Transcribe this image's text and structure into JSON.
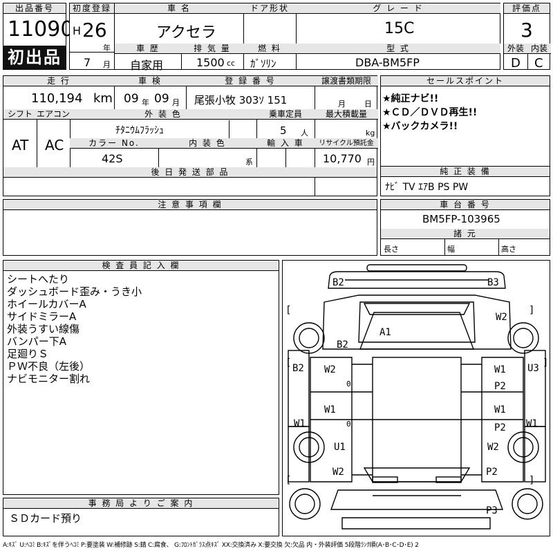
{
  "header": {
    "lot_label": "出品番号",
    "lot_no": "11090",
    "first_badge": "初出品",
    "first_reg_label": "初度登録",
    "era": "H",
    "year": "26",
    "year_unit": "年",
    "month": "7",
    "month_unit": "月",
    "car_name_label": "車 名",
    "car_name": "アクセラ",
    "door_label": "ドア形状",
    "door": "",
    "grade_label": "グ レ ー ド",
    "grade": "15C",
    "score_label": "評価点",
    "score": "3",
    "history_label": "車 歴",
    "history": "自家用",
    "displacement_label": "排 気 量",
    "displacement": "1500",
    "displacement_unit": "cc",
    "fuel_label": "燃 料",
    "fuel": "ｶﾞｿﾘﾝ",
    "model_label": "型 式",
    "model": "DBA-BM5FP",
    "exterior_label": "外装",
    "exterior": "D",
    "interior_label": "内装",
    "interior": "C"
  },
  "row2": {
    "mileage_label": "走 行",
    "mileage": "110,194",
    "mileage_unit": "km",
    "inspection_label": "車 検",
    "insp_year": "09",
    "insp_year_unit": "年",
    "insp_month": "09",
    "insp_month_unit": "月",
    "plate_label": "登 録 番 号",
    "plate": "尾張小牧 303ｿ 151",
    "transfer_label": "譲渡書類期限",
    "transfer_month_unit": "月",
    "transfer_day_unit": "日",
    "shift_label": "シフト",
    "shift": "AT",
    "ac_label": "エアコン",
    "ac": "AC",
    "color_label": "外 装 色",
    "color": "ﾁﾀﾆｳﾑﾌﾗｯｼｭ",
    "capacity_label": "乗車定員",
    "capacity": "5",
    "capacity_unit": "人",
    "load_label": "最大積載量",
    "load_unit": "kg",
    "color_no_label": "カラー No.",
    "color_no": "42S",
    "int_color_label": "内 装 色",
    "int_color_unit": "系",
    "import_label": "輸 入 車",
    "recycle_label": "リサイクル預託金",
    "recycle": "10,770",
    "recycle_unit": "円",
    "later_parts_label": "後 日 発 送 部 品"
  },
  "sales": {
    "label": "セールスポイント",
    "points": [
      "★純正ナビ!!",
      "★ＣＤ／ＤＶＤ再生!!",
      "★バックカメラ!!"
    ]
  },
  "equipment": {
    "label": "純 正 装 備",
    "value": "ﾅﾋﾞ TV ｴｱB PS PW"
  },
  "notes": {
    "label": "注 意 事 項 欄"
  },
  "chassis": {
    "label": "車 台 番 号",
    "value": "BM5FP-103965",
    "specs_label": "諸 元",
    "length_label": "長さ",
    "width_label": "幅",
    "height_label": "高さ"
  },
  "inspector": {
    "label": "検 査 員 記 入 欄",
    "lines": [
      "シートへたり",
      "ダッシュボード歪み・うき小",
      "ホイールカバーA",
      "サイドミラーA",
      "外装うすい線傷",
      "バンパー下A",
      "足廻りＳ",
      "ＰＷ不良（左後）",
      "ナビモニター割れ"
    ]
  },
  "office": {
    "label": "事 務 局 よ り ご 案 内",
    "message": "ＳＤカード預り"
  },
  "diagram_marks": {
    "b2_tl": "B2",
    "b3_tr": "B3",
    "a1": "A1",
    "b2_hood": "B2",
    "b2_left": "B2",
    "u3_right": "U3",
    "w2_fr": "W2",
    "w2_lf": "W2",
    "o_lf": "0",
    "w1_rf": "W1",
    "p2_rf": "P2",
    "w1_lm": "W1",
    "o_lm": "0",
    "w1_rm": "W1",
    "p2_rm": "P2",
    "w1_left": "W1",
    "w1_right": "W1",
    "u1": "U1",
    "w2_rr": "W2",
    "w2_lr": "W2",
    "p2_lr": "P2",
    "p3": "P3",
    "bl1": "[",
    "bl2": "[",
    "br1": "]",
    "br2": "]",
    "bl3": "[",
    "br3": "]"
  },
  "legend": "A:ｷｽﾞ U:ﾍｺﾐ B:ｷｽﾞを伴うﾍｺﾐ P:要塗装 W:補修跡 S:錆 C:腐食、 G:ﾌﾛﾝﾄｶﾞﾗｽ点ｷｽﾞ XX:交換済み X:要交換 欠:欠品 内・外装評価 5段階ﾗﾝｸ順(A･B･C･D･E) 2"
}
